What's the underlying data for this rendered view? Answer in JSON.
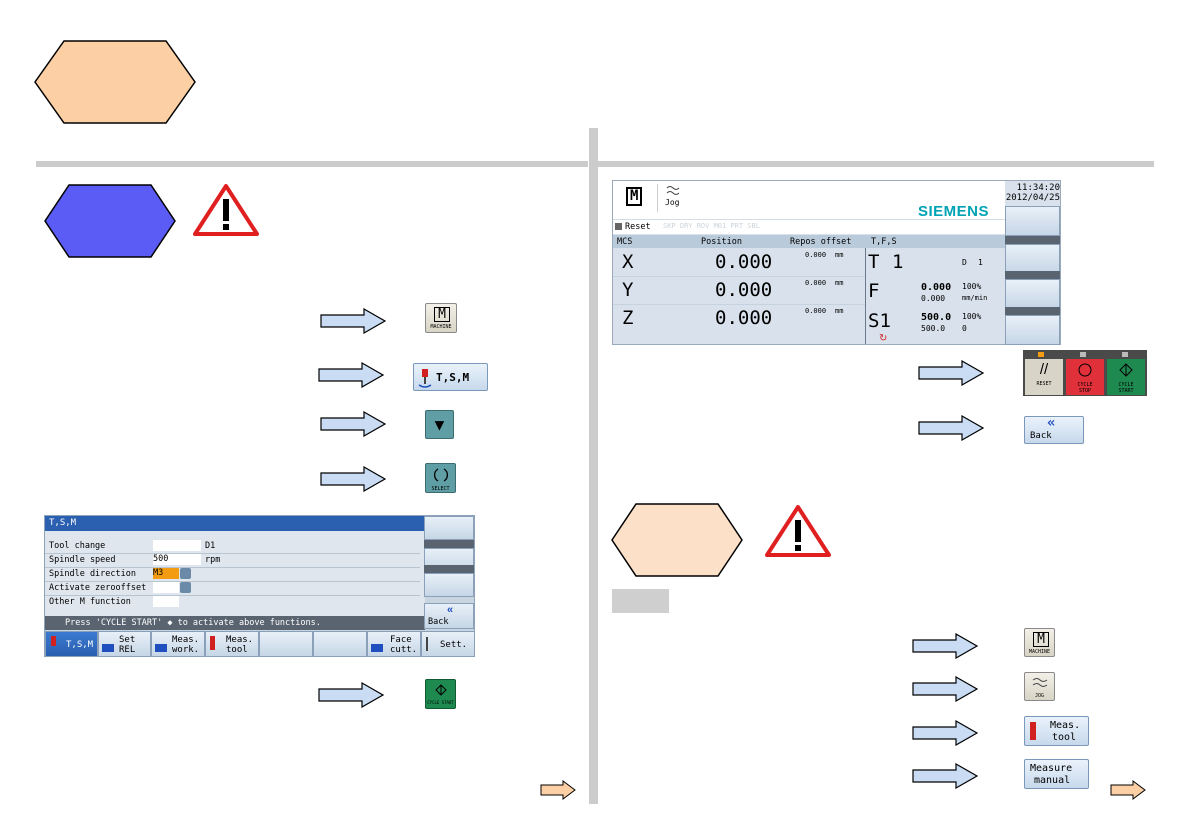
{
  "left_panel": {
    "machine_key": {
      "icon": "M",
      "label": "MACHINE"
    },
    "tsm_key": {
      "label": "T,S,M"
    },
    "down_key": {
      "glyph": "▼"
    },
    "select_key": {
      "label": "SELECT"
    },
    "cycle_start_key": {
      "label": "CYCLE START"
    }
  },
  "tsm_dialog": {
    "title": "T,S,M",
    "rows": [
      {
        "label": "Tool change",
        "value": "",
        "unit": "D1"
      },
      {
        "label": "Spindle speed",
        "value": "500",
        "unit": "rpm"
      },
      {
        "label": "Spindle direction",
        "value": "M3",
        "unit": ""
      },
      {
        "label": "Activate zerooffset",
        "value": "",
        "unit": ""
      },
      {
        "label": "Other M function",
        "value": "",
        "unit": ""
      }
    ],
    "status": "Press 'CYCLE START'  ◆  to activate above functions.",
    "back_label": "Back",
    "softkeys": {
      "tsm": "T,S,M",
      "setrel": [
        "Set",
        "REL"
      ],
      "measwork": [
        "Meas.",
        "work."
      ],
      "meastool": [
        "Meas.",
        "tool"
      ],
      "facecut": [
        "Face",
        "cutt."
      ],
      "sett": "Sett."
    }
  },
  "machine_screen": {
    "mode_key": "M",
    "mode_jog": "Jog",
    "time": "11:34:20",
    "date": "2012/04/25",
    "brand": "SIEMENS",
    "reset_label": "Reset",
    "faint_status": "SKP DRY ROV M01 PRT SBL",
    "headers": {
      "mcs": "MCS",
      "position": "Position",
      "repos": "Repos offset",
      "tfs": "T,F,S"
    },
    "axes": [
      {
        "name": "X",
        "pos": "0.000",
        "repos": "0.000",
        "unit": "mm"
      },
      {
        "name": "Y",
        "pos": "0.000",
        "repos": "0.000",
        "unit": "mm"
      },
      {
        "name": "Z",
        "pos": "0.000",
        "repos": "0.000",
        "unit": "mm"
      }
    ],
    "tool": {
      "t": "T",
      "t_num": "1",
      "d": "D",
      "d_num": "1"
    },
    "feed": {
      "label": "F",
      "value": "0.000",
      "pct": "100%",
      "actual": "0.000",
      "unit": "mm/min"
    },
    "spindle": {
      "label": "S1",
      "value": "500.0",
      "pct": "100%",
      "actual": "500.0",
      "extra": "0"
    }
  },
  "right_panel": {
    "reset_key": "RESET",
    "cycle_stop_key": [
      "CYCLE",
      "STOP"
    ],
    "cycle_start_key": [
      "CYCLE",
      "START"
    ],
    "back_key": "Back",
    "machine_key": {
      "icon": "M",
      "label": "MACHINE"
    },
    "jog_key": "JOG",
    "meas_tool_key": [
      "Meas.",
      "tool"
    ],
    "measure_manual_key": [
      "Measure",
      "manual"
    ]
  },
  "colors": {
    "hex_peach": "#fcd0a4",
    "hex_peach_light": "#fde0c8",
    "hex_blue": "#5b5bf5",
    "arrow_fill": "#c9dcf3",
    "arrow_fill_peach": "#fcd0a4",
    "warning_red": "#e02020",
    "siemens_teal": "#00a3b4"
  }
}
